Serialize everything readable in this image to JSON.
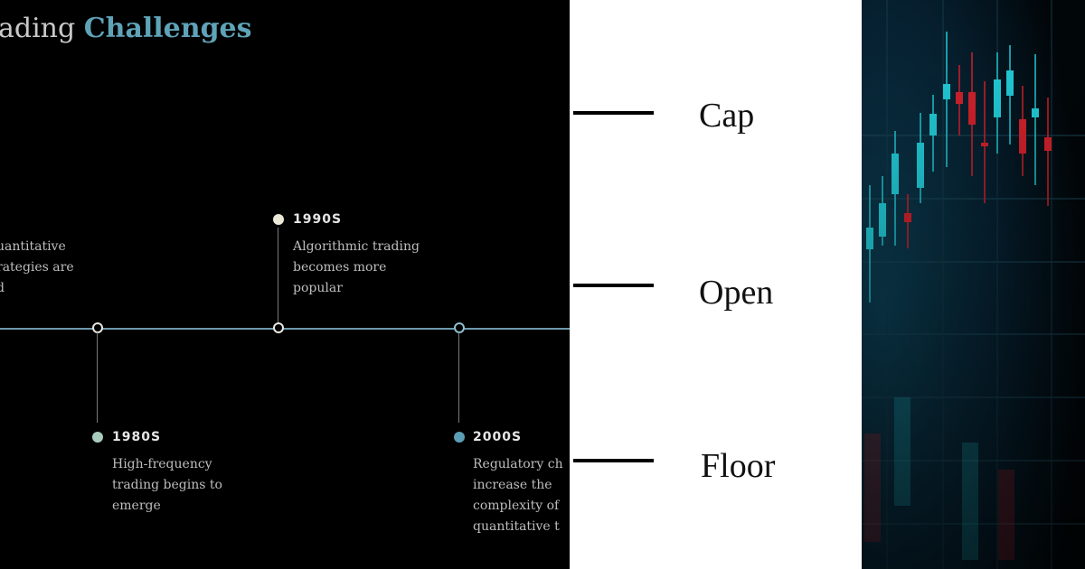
{
  "slide": {
    "title_part_a": "ading ",
    "title_part_b": "Challenges"
  },
  "timeline": {
    "entries": [
      {
        "year": "",
        "lines": [
          "uantitative",
          "rategies are",
          "d"
        ]
      },
      {
        "year": "1980S",
        "lines": [
          "High-frequency",
          "trading begins to",
          "emerge"
        ],
        "dot_color": "#a9cbbd"
      },
      {
        "year": "1990S",
        "lines": [
          "Algorithmic trading",
          "becomes more",
          "popular"
        ],
        "dot_color": "#ebe8d7"
      },
      {
        "year": "2000S",
        "lines": [
          "Regulatory ch",
          "increase the",
          "complexity of",
          "quantitative t"
        ],
        "dot_color": "#5c9fb4"
      }
    ],
    "axis_color": "#6d98ad"
  },
  "levels": {
    "labels": [
      "Cap",
      "Open",
      "Floor"
    ]
  },
  "candles_image": {
    "bull_color": "#22d3e0",
    "bear_color": "#d9232d",
    "background": "#062030"
  }
}
